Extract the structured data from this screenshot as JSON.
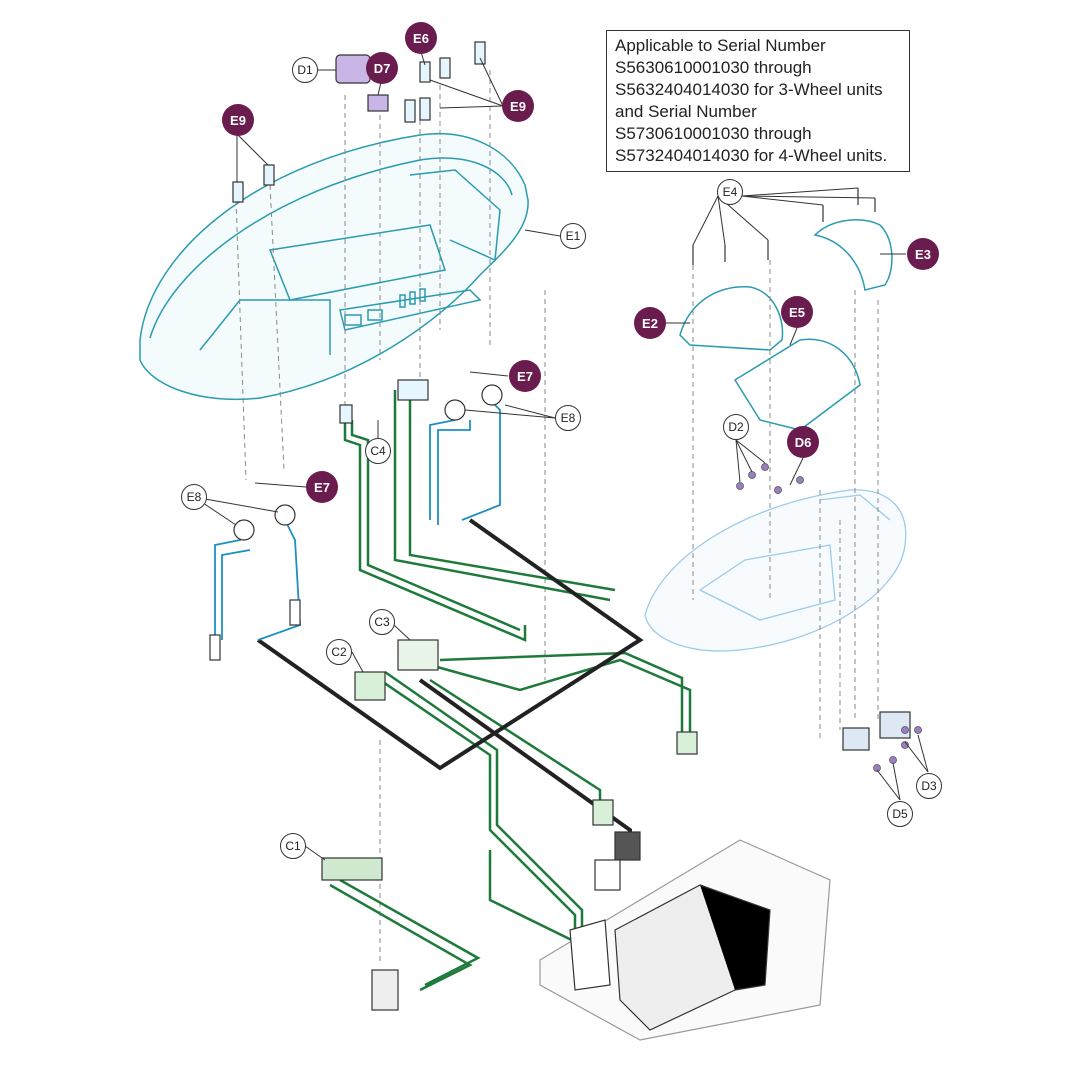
{
  "note": {
    "lines": [
      "Applicable to Serial Number",
      "S5630610001030 through",
      "S5632404014030 for 3-Wheel units",
      "and Serial Number",
      "S5730610001030 through",
      "S5732404014030 for 4-Wheel units."
    ]
  },
  "callouts": {
    "d1": "D1",
    "d7": "D7",
    "e6": "E6",
    "e9_top": "E9",
    "e9_left": "E9",
    "e1": "E1",
    "e4": "E4",
    "e3": "E3",
    "e2": "E2",
    "e5": "E5",
    "e7_right": "E7",
    "e8_right": "E8",
    "c4": "C4",
    "e7_left": "E7",
    "e8_left": "E8",
    "d2": "D2",
    "d6": "D6",
    "c3": "C3",
    "c2": "C2",
    "d3": "D3",
    "d5": "D5",
    "c1": "C1"
  },
  "colors": {
    "shroud": "#2a9bb0",
    "shroud_light": "#9ccbe8",
    "harness_green": "#1e7a3a",
    "harness_black": "#222222",
    "harness_blue": "#1e8fc2",
    "highlight": "#6b1c4e",
    "hardware_purple": "#9a7fc0"
  }
}
